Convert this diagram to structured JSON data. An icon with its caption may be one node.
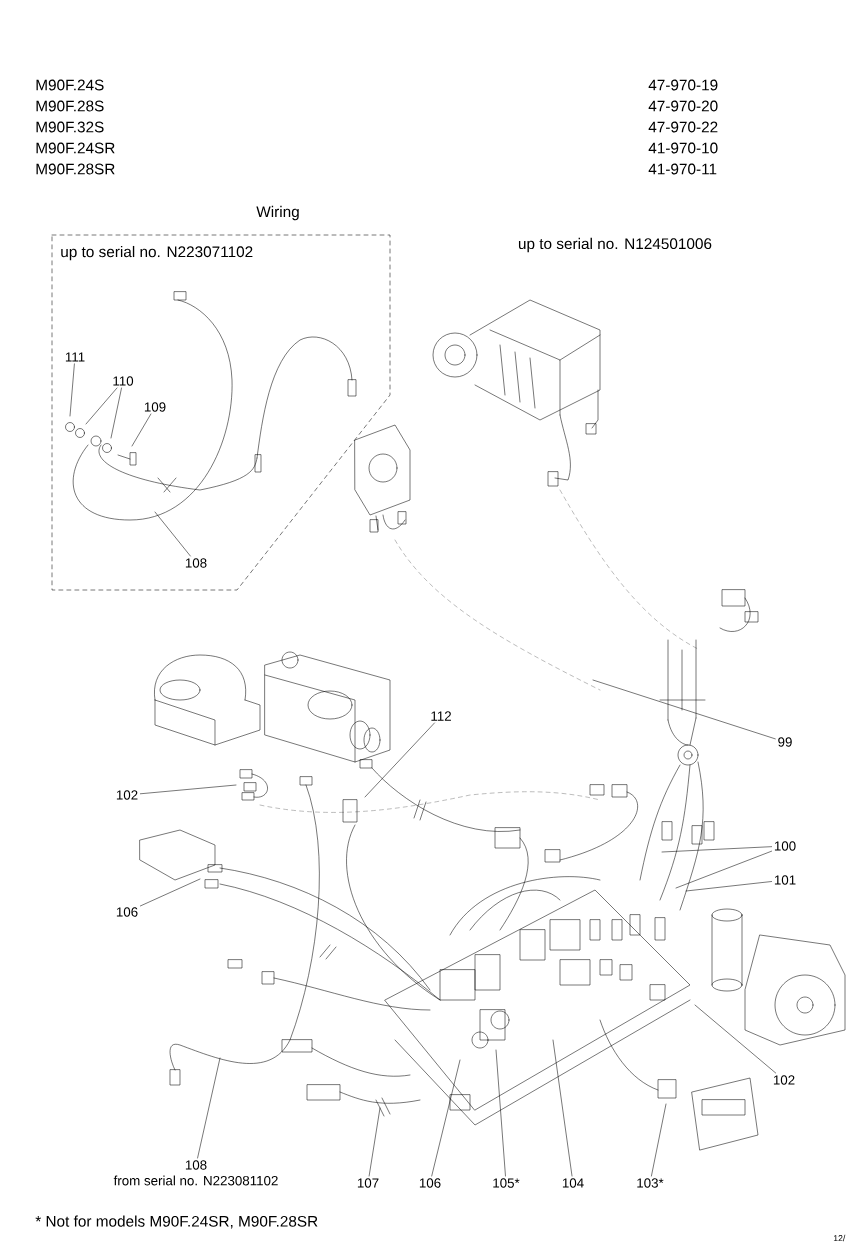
{
  "diagram": {
    "nodes": [
      {
        "text": [
          "up to serial no. N223071102"
        ]
      },
      {
        "text": [
          "111"
        ],
        "in": 0
      },
      {
        "text": [
          "110"
        ],
        "in": 0
      },
      {
        "text": [
          "109"
        ],
        "in": 0
      },
      {
        "text": [
          "108"
        ],
        "in": 0
      },
      {
        "text": [
          "112"
        ]
      },
      {
        "text": [
          "99"
        ]
      },
      {
        "text": [
          "102"
        ]
      },
      {
        "text": [
          "100"
        ]
      },
      {
        "text": [
          "101"
        ]
      },
      {
        "text": [
          "106"
        ]
      },
      {
        "text": [
          "102"
        ]
      },
      {
        "text": [
          "108"
        ],
        "beside": [
          "from serial no. N223081102"
        ]
      },
      {
        "text": [
          "107"
        ]
      },
      {
        "text": [
          "106"
        ]
      },
      {
        "text": [
          "105*"
        ]
      },
      {
        "text": [
          "104"
        ]
      },
      {
        "text": [
          "103*"
        ]
      }
    ],
    "edges": [
      {
        "from": 1,
        "to": null,
        "arrow": "none"
      },
      {
        "from": 2,
        "to": null,
        "arrow": "none"
      },
      {
        "from": 2,
        "to": null,
        "arrow": "none"
      },
      {
        "from": 3,
        "to": null,
        "arrow": "none"
      },
      {
        "from": 4,
        "to": null,
        "arrow": "none"
      },
      {
        "from": 5,
        "to": null,
        "arrow": "none"
      },
      {
        "from": 6,
        "to": null,
        "arrow": "none"
      },
      {
        "from": 7,
        "to": null,
        "arrow": "none"
      },
      {
        "from": 8,
        "to": null,
        "arrow": "none"
      },
      {
        "from": 8,
        "to": null,
        "arrow": "none"
      },
      {
        "from": 9,
        "to": null,
        "arrow": "none"
      },
      {
        "from": 10,
        "to": null,
        "arrow": "none"
      },
      {
        "from": 11,
        "to": null,
        "arrow": "none"
      },
      {
        "from": 12,
        "to": null,
        "arrow": "none"
      },
      {
        "from": 13,
        "to": null,
        "arrow": "none"
      },
      {
        "from": 14,
        "to": null,
        "arrow": "none"
      },
      {
        "from": 15,
        "to": null,
        "arrow": "none"
      },
      {
        "from": 16,
        "to": null,
        "arrow": "none"
      },
      {
        "from": 17,
        "to": null,
        "arrow": "none"
      }
    ],
    "labels": [
      "M90F.24S",
      "47-970-19",
      "M90F.28S",
      "47-970-20",
      "M90F.32S",
      "47-970-22",
      "M90F.24SR",
      "41-970-10",
      "M90F.28SR",
      "41-970-11",
      "Wiring",
      "up to serial no. N124501006",
      "* Not for models M90F.24SR, M90F.28SR",
      "12/"
    ]
  }
}
